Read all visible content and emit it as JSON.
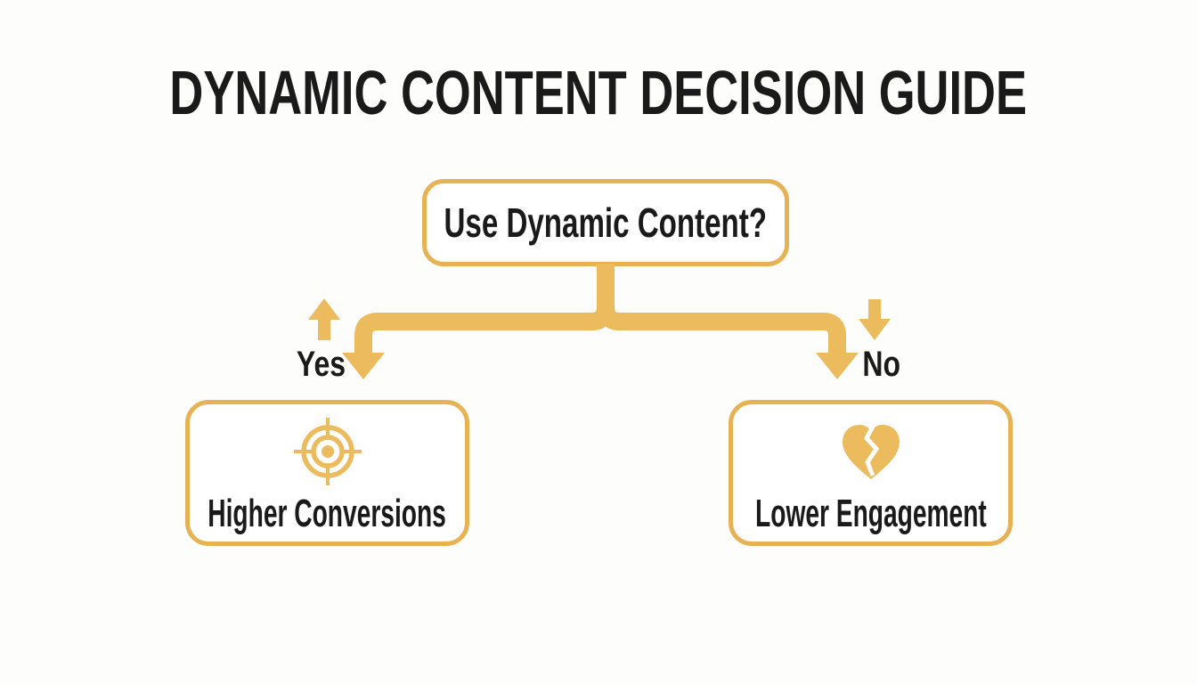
{
  "title": "DYNAMIC CONTENT DECISION GUIDE",
  "nodes": {
    "decision": {
      "label": "Use Dynamic Content?"
    },
    "yes_outcome": {
      "label": "Higher Conversions",
      "icon": "target-icon"
    },
    "no_outcome": {
      "label": "Lower Engagement",
      "icon": "broken-heart-icon"
    }
  },
  "edges": {
    "yes": {
      "label": "Yes",
      "accent_arrow": "up-arrow-icon"
    },
    "no": {
      "label": "No",
      "accent_arrow": "down-arrow-icon"
    }
  },
  "colors": {
    "accent": "#ECBB5D",
    "box_border": "#E7B254",
    "text": "#1A1A1A",
    "background": "#FDFDFC"
  }
}
